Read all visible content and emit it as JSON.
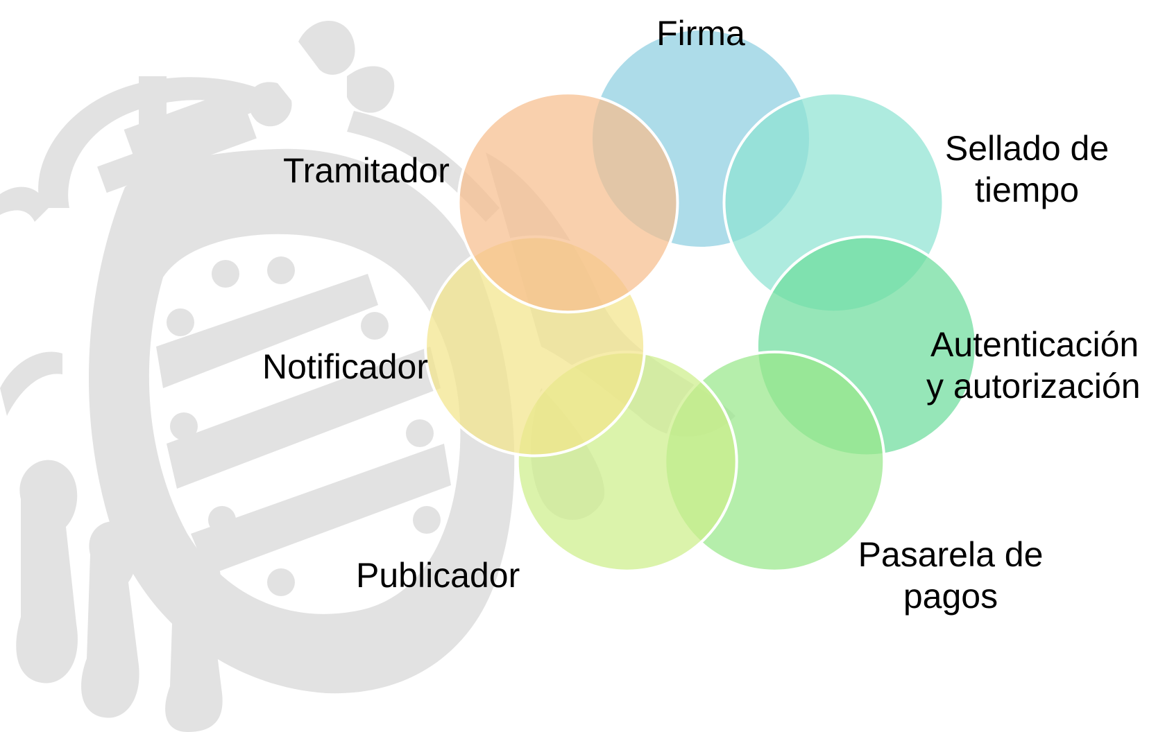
{
  "diagram": {
    "type": "overlapping-circles-cycle",
    "nodes": [
      {
        "id": "firma",
        "lines": [
          "Firma"
        ],
        "color": "#8ecfe0"
      },
      {
        "id": "sellado",
        "lines": [
          "Sellado de",
          "tiempo"
        ],
        "color": "#8fe3d2"
      },
      {
        "id": "autenticacion",
        "lines": [
          "Autenticación",
          "y autorización"
        ],
        "color": "#6edc9c"
      },
      {
        "id": "pasarela",
        "lines": [
          "Pasarela de",
          "pagos"
        ],
        "color": "#98e88a"
      },
      {
        "id": "publicador",
        "lines": [
          "Publicador"
        ],
        "color": "#cdee8a"
      },
      {
        "id": "notificador",
        "lines": [
          "Notificador"
        ],
        "color": "#f2e58a"
      },
      {
        "id": "tramitador",
        "lines": [
          "Tramitador"
        ],
        "color": "#f7be8e"
      }
    ]
  },
  "watermark": {
    "kind": "heraldic-emblem",
    "color": "#e2e2e2"
  }
}
